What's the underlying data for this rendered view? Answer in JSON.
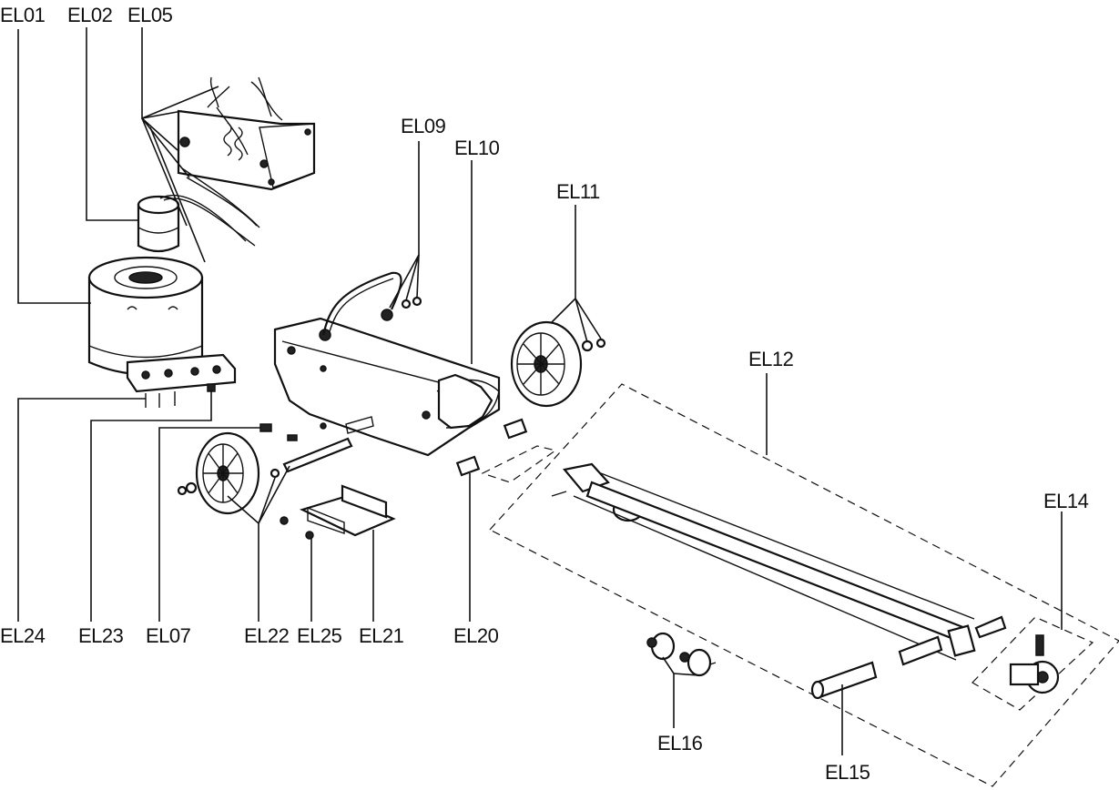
{
  "labels": {
    "EL01": "EL01",
    "EL02": "EL02",
    "EL05": "EL05",
    "EL09": "EL09",
    "EL10": "EL10",
    "EL11": "EL11",
    "EL12": "EL12",
    "EL14": "EL14",
    "EL16": "EL16",
    "EL15": "EL15",
    "EL24": "EL24",
    "EL23": "EL23",
    "EL07": "EL07",
    "EL22": "EL22",
    "EL25": "EL25",
    "EL21": "EL21",
    "EL20": "EL20"
  }
}
